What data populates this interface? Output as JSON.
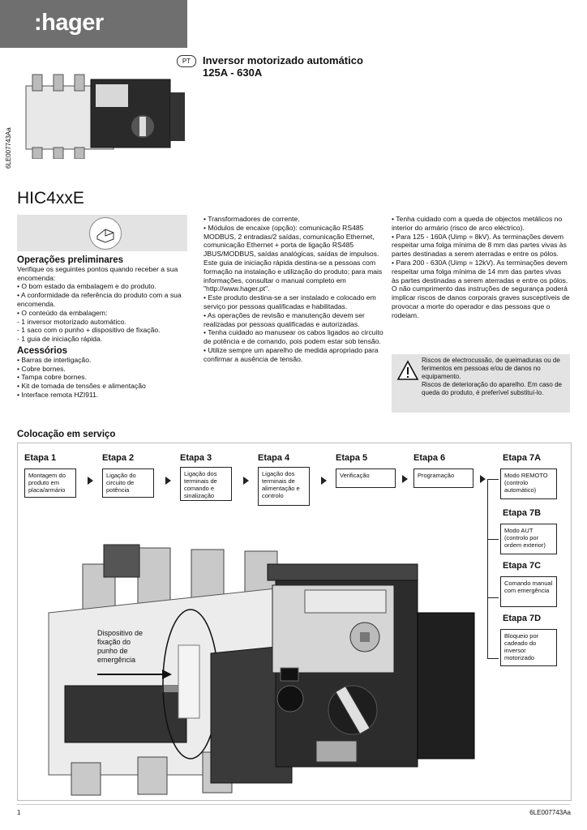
{
  "header": {
    "logo_text": ":hager",
    "language_badge": "PT",
    "title_line1": "Inversor motorizado automático",
    "title_line2": "125A - 630A",
    "side_reference": "6LE007743Aa",
    "model": "HIC4xxE"
  },
  "column1": {
    "prelim_heading": "Operações preliminares",
    "prelim_intro": "Verifique os seguintes pontos quando receber a sua encomenda:",
    "prelim_items": [
      "• O bom estado da embalagem e do produto.",
      "• A conformidade da referência do produto com a sua encomenda.",
      "• O conteúdo da embalagem:",
      "- 1 inversor motorizado automático.",
      "- 1 saco com o punho + dispositivo de fixação.",
      "- 1 guia de iniciação rápida."
    ],
    "acc_heading": "Acessórios",
    "acc_items": [
      "• Barras de interligação.",
      "• Cobre bornes.",
      "• Tampa cobre bornes.",
      "• Kit de tomada de tensões e alimentação",
      "• Interface remota HZI911."
    ]
  },
  "column2": {
    "items": [
      "• Transformadores de corrente.",
      "• Módulos de encaixe (opção): comunicação RS485 MODBUS, 2 entradas/2 saídas, comunicação Ethernet, comunicação Ethernet + porta de ligação RS485 JBUS/MODBUS, saídas analógicas, saídas de impulsos.",
      "Este guia de iniciação rápida destina-se a pessoas com formação na instalação e utilização do produto; para mais informações, consultar o manual completo em \"http://www.hager.pt\".",
      "• Este produto destina-se a ser instalado e colocado em serviço por pessoas qualificadas e habilitadas.",
      "• As operações de revisão e manutenção devem ser realizadas por pessoas qualificadas e autorizadas.",
      "• Tenha cuidado ao manusear os cabos ligados ao circuito de potência e de comando, pois podem estar sob tensão.",
      "• Utilize sempre um aparelho de medida apropriado para confirmar a ausência de tensão."
    ]
  },
  "column3": {
    "items": [
      "• Tenha cuidado com a queda de objectos metálicos no interior do armário (risco de arco eléctrico).",
      "• Para 125 - 160A (Uimp = 8kV). As terminações devem respeitar uma folga mínima de 8 mm das partes vivas às partes destinadas a serem aterradas e entre os pólos.",
      "• Para 200 - 630A (Uimp = 12kV). As terminações devem respeitar uma folga mínima de 14 mm das partes vivas às partes destinadas a serem aterradas e entre os pólos.",
      "O não cumprimento das instruções de segurança poderá implicar riscos de danos corporais graves susceptíveis de provocar a morte do operador e das pessoas que o rodeiam."
    ],
    "warning1": "Riscos de electrocussão, de queimaduras ou de ferimentos em pessoas e/ou de danos no equipamento.",
    "warning2": "Riscos de deterioração do aparelho. Em caso de queda do produto, é preferível substituí-lo."
  },
  "commissioning": {
    "title": "Colocação em serviço",
    "steps": [
      {
        "label": "Etapa 1",
        "text": "Montagem do produto em placa/armário"
      },
      {
        "label": "Etapa 2",
        "text": "Ligação do circuito de potência"
      },
      {
        "label": "Etapa 3",
        "text": "Ligação dos terminais de comando e sinalização"
      },
      {
        "label": "Etapa 4",
        "text": "Ligação dos terminais de alimentação e controlo"
      },
      {
        "label": "Etapa 5",
        "text": "Verificação"
      },
      {
        "label": "Etapa 6",
        "text": "Programação"
      }
    ],
    "mode_steps": [
      {
        "label": "Etapa 7A",
        "text": "Modo REMOTO (controlo automático)"
      },
      {
        "label": "Etapa 7B",
        "text": "Modo AUT (controlo por ordem exterior)"
      },
      {
        "label": "Etapa 7C",
        "text": "Comando manual com emergência"
      },
      {
        "label": "Etapa 7D",
        "text": "Bloqueio por cadeado do inversor motorizado"
      }
    ],
    "callout": "Dispositivo de fixação do punho de emergência"
  },
  "footer": {
    "page_number": "1",
    "reference": "6LE007743Aa"
  }
}
